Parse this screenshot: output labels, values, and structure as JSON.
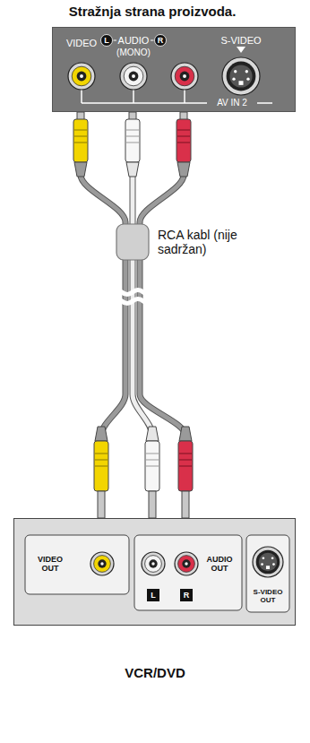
{
  "diagram": {
    "title": "Stražnja strana proizvoda.",
    "nodes": [
      {
        "text": [
          "VIDEO",
          "L",
          "AUDIO",
          "R",
          "(MONO)",
          "S-VIDEO",
          "AV IN 2"
        ]
      },
      {
        "text": [
          "VIDEO OUT",
          "AUDIO OUT",
          "L",
          "R",
          "S-VIDEO OUT",
          "VCR/DVD"
        ]
      }
    ],
    "edges": [
      {
        "from": 0,
        "to": 1,
        "arrow": "none"
      },
      {
        "from": 0,
        "to": 1,
        "arrow": "none"
      },
      {
        "from": 0,
        "to": 1,
        "arrow": "none"
      }
    ],
    "labels": [
      "RCA kabl (nije sadržan)"
    ]
  }
}
